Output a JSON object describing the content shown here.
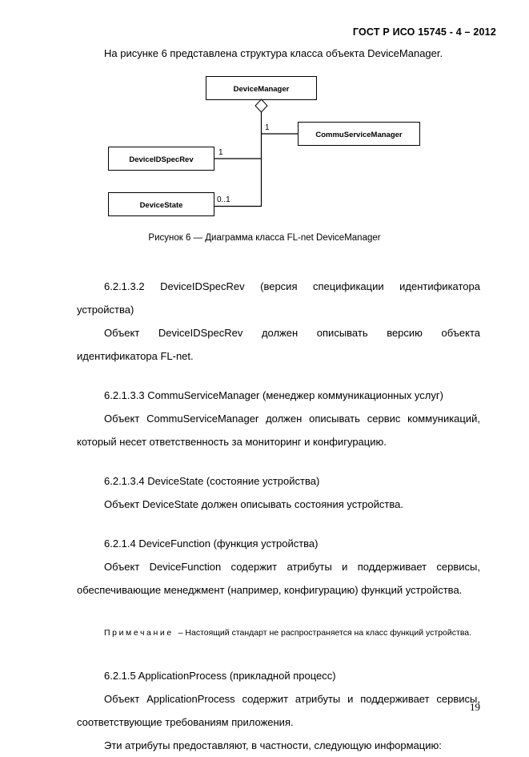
{
  "header": {
    "standard_ref": "ГОСТ Р ИСО 15745 - 4 – 2012"
  },
  "intro": {
    "text": "На рисунке 6 представлена структура класса объекта DeviceManager."
  },
  "figure": {
    "caption": "Рисунок 6 — Диаграмма класса FL-net DeviceManager",
    "boxes": {
      "device_manager": "DeviceManager",
      "commu_service_manager": "CommuServiceManager",
      "device_id_spec_rev": "DeviceIDSpecRev",
      "device_state": "DeviceState"
    },
    "multiplicities": {
      "commu_service_manager": "1",
      "device_id_spec_rev": "1",
      "device_state": "0..1"
    }
  },
  "sections": {
    "s_6_2_1_3_2": {
      "heading": "6.2.1.3.2        DeviceIDSpecRev   (версия   спецификации   идентификатора устройства)",
      "body": "Объект    DeviceIDSpecRev    должен    описывать    версию    объекта идентификатора FL-net."
    },
    "s_6_2_1_3_3": {
      "heading": "6.2.1.3.3     CommuServiceManager (менеджер коммуникационных услуг)",
      "body": "Объект CommuServiceManager должен описывать сервис коммуникаций, который несет ответственность за мониторинг и конфигурацию."
    },
    "s_6_2_1_3_4": {
      "heading": "6.2.1.3.4     DeviceState (состояние устройства)",
      "body": "Объект DeviceState должен описывать состояния устройства."
    },
    "s_6_2_1_4": {
      "heading": "6.2.1.4   DeviceFunction (функция устройства)",
      "body": "Объект DeviceFunction содержит атрибуты и поддерживает сервисы, обеспечивающие менеджмент (например, конфигурацию) функций устройства."
    },
    "note": {
      "label": "Примечание",
      "dash": "–",
      "text": "Настоящий стандарт не распространяется на класс функций устройства."
    },
    "s_6_2_1_5": {
      "heading": "6.2.1.5   ApplicationProcess (прикладной процесс)",
      "body": "Объект ApplicationProcess содержит атрибуты и поддерживает сервисы, соответствующие требованиям приложения.",
      "body2": "Эти атрибуты предоставляют, в частности, следующую информацию:"
    }
  },
  "footer": {
    "page_number": "19"
  }
}
